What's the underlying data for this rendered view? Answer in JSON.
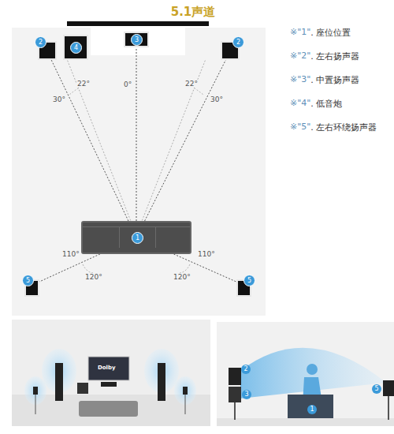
{
  "diagram": {
    "title": "5.1声道",
    "nodes": [
      {
        "text": [
          "2"
        ]
      },
      {
        "text": [
          "4"
        ]
      },
      {
        "text": [
          "3"
        ]
      },
      {
        "text": [
          "2"
        ]
      },
      {
        "text": [
          "1"
        ]
      },
      {
        "text": [
          "5"
        ]
      },
      {
        "text": [
          "5"
        ]
      }
    ],
    "edges": [
      {
        "from": 4,
        "to": 0,
        "arrow": "none"
      },
      {
        "from": 4,
        "to": 2,
        "arrow": "none"
      },
      {
        "from": 4,
        "to": 3,
        "arrow": "none"
      },
      {
        "from": 4,
        "to": 5,
        "arrow": "none"
      },
      {
        "from": 4,
        "to": 6,
        "arrow": "none"
      }
    ],
    "labels": [
      "※\"1\"",
      ". 座位位置",
      "※\"2\"",
      ". 左右扬声器",
      "※\"3\"",
      ". 中置扬声器",
      "※\"4\"",
      ". 低音炮",
      "※\"5\"",
      ". 左右环绕扬声器",
      "22°",
      "30°",
      "0°",
      "22°",
      "30°",
      "110°",
      "120°",
      "110°",
      "120°",
      "Dolby",
      "2",
      "3",
      "1",
      "5"
    ]
  }
}
